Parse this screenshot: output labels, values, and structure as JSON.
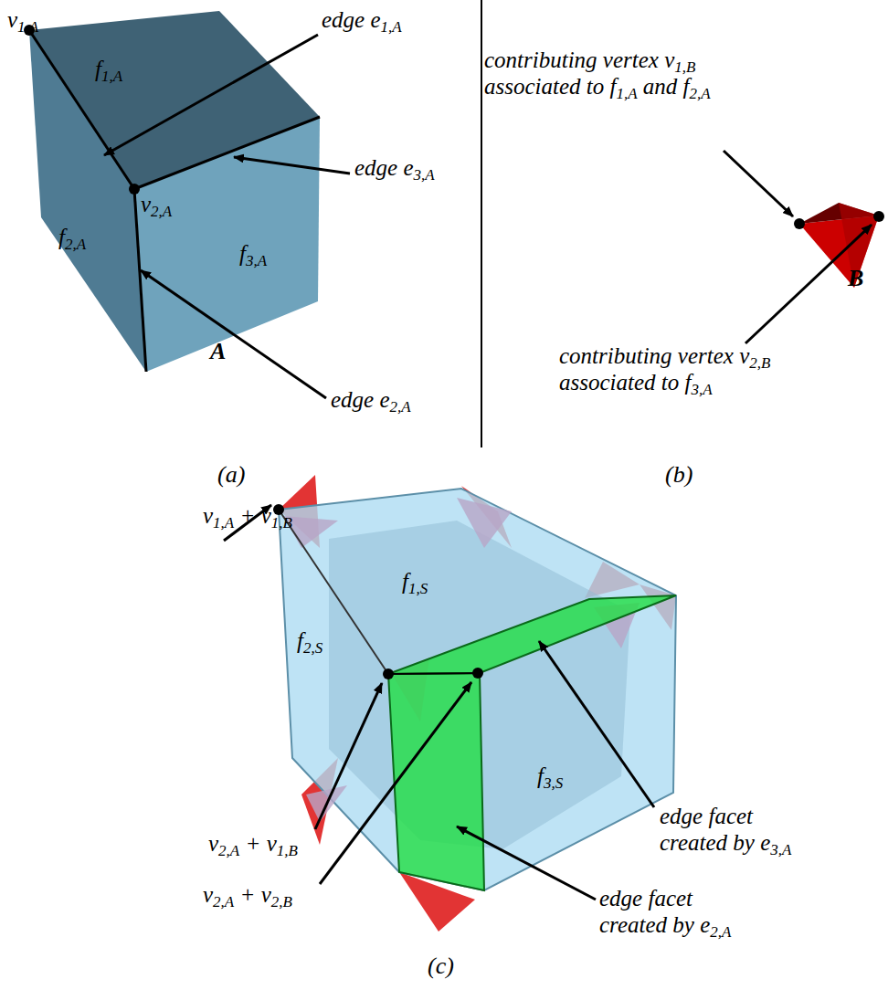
{
  "diagram": {
    "labels": [
      "v1,A",
      "f1,A",
      "edge e1,A",
      "edge e3,A",
      "v2,A",
      "f2,A",
      "f3,A",
      "edge e2,A",
      "A",
      "contributing vertex v1,B associated to f1,A and f2,A",
      "contributing vertex v2,B associated to f3,A",
      "B",
      "(a)",
      "(b)",
      "v1,A + v1,B",
      "f1,S",
      "f2,S",
      "f3,S",
      "v2,A + v1,B",
      "edge facet created by e3,A",
      "v2,A + v2,B",
      "edge facet created by e2,A",
      "(c)"
    ]
  }
}
